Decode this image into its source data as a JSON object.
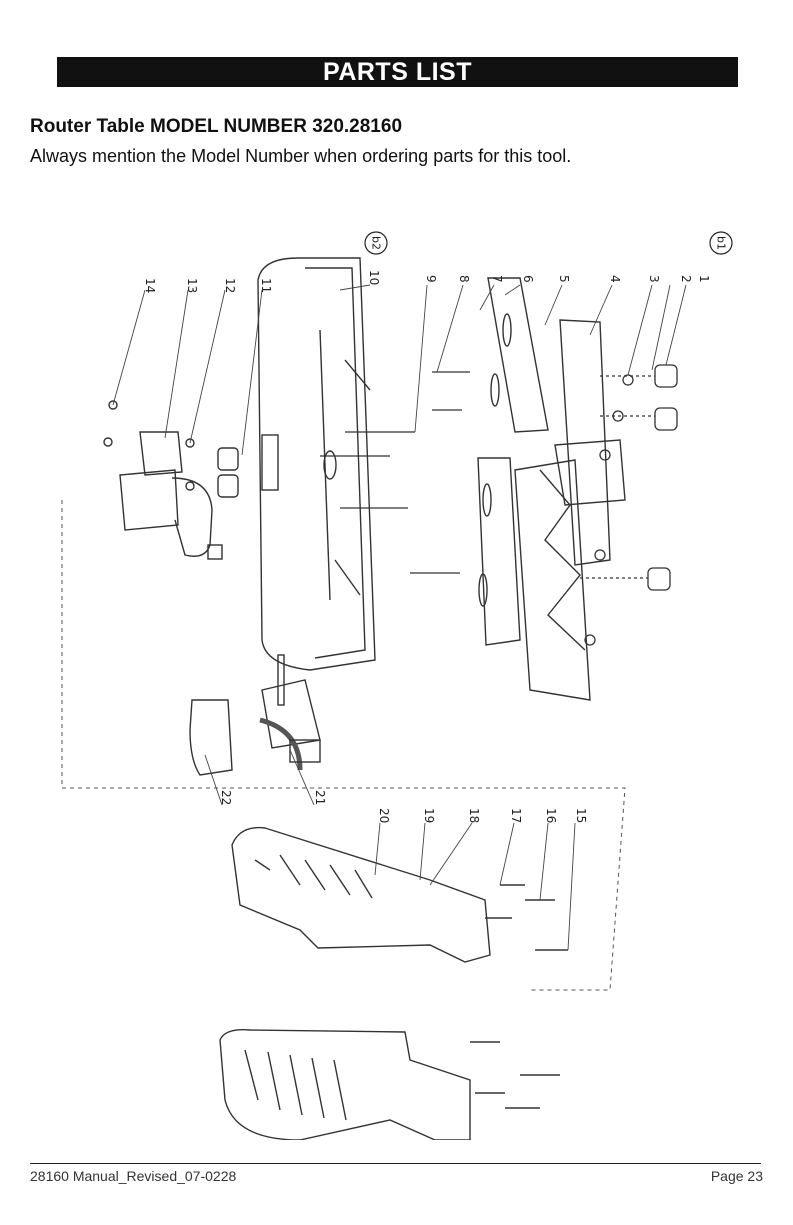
{
  "page": {
    "banner": "PARTS LIST",
    "heading": "Router Table MODEL NUMBER 320.28160",
    "subline": "Always mention the Model Number when ordering parts for this tool.",
    "footer_left": "28160 Manual_Revised_07-0228",
    "footer_right": "Page 23"
  },
  "diagram": {
    "badges": [
      "b2",
      "b1"
    ],
    "callouts": [
      "1",
      "2",
      "3",
      "4",
      "5",
      "6",
      "7",
      "8",
      "9",
      "10",
      "11",
      "12",
      "13",
      "14",
      "15",
      "16",
      "17",
      "18",
      "19",
      "20",
      "21",
      "22"
    ]
  }
}
